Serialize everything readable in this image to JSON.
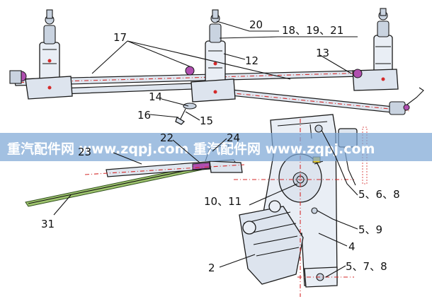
{
  "watermark": {
    "text": "重汽配件网 www.zqpj.com   重汽配件网 www.zqpj.com"
  },
  "labels": {
    "p17": "17",
    "p20": "20",
    "p18_19_21": "18、19、21",
    "p12": "12",
    "p13": "13",
    "p14": "14",
    "p16": "16",
    "p15": "15",
    "p22": "22",
    "p24": "24",
    "p23": "23",
    "p31": "31",
    "p10_11": "10、11",
    "p5_6_8": "5、6、8",
    "p5_9": "5、9",
    "p4": "4",
    "p2": "2",
    "p5_7_8": "5、7、8"
  },
  "colors": {
    "watermark_band": "#7ea7d6",
    "centerline": "#d42a2a",
    "part_fill": "#e9eef5",
    "arm_highlight": "#b04fb0",
    "blade_rubber": "#9fc46f"
  }
}
